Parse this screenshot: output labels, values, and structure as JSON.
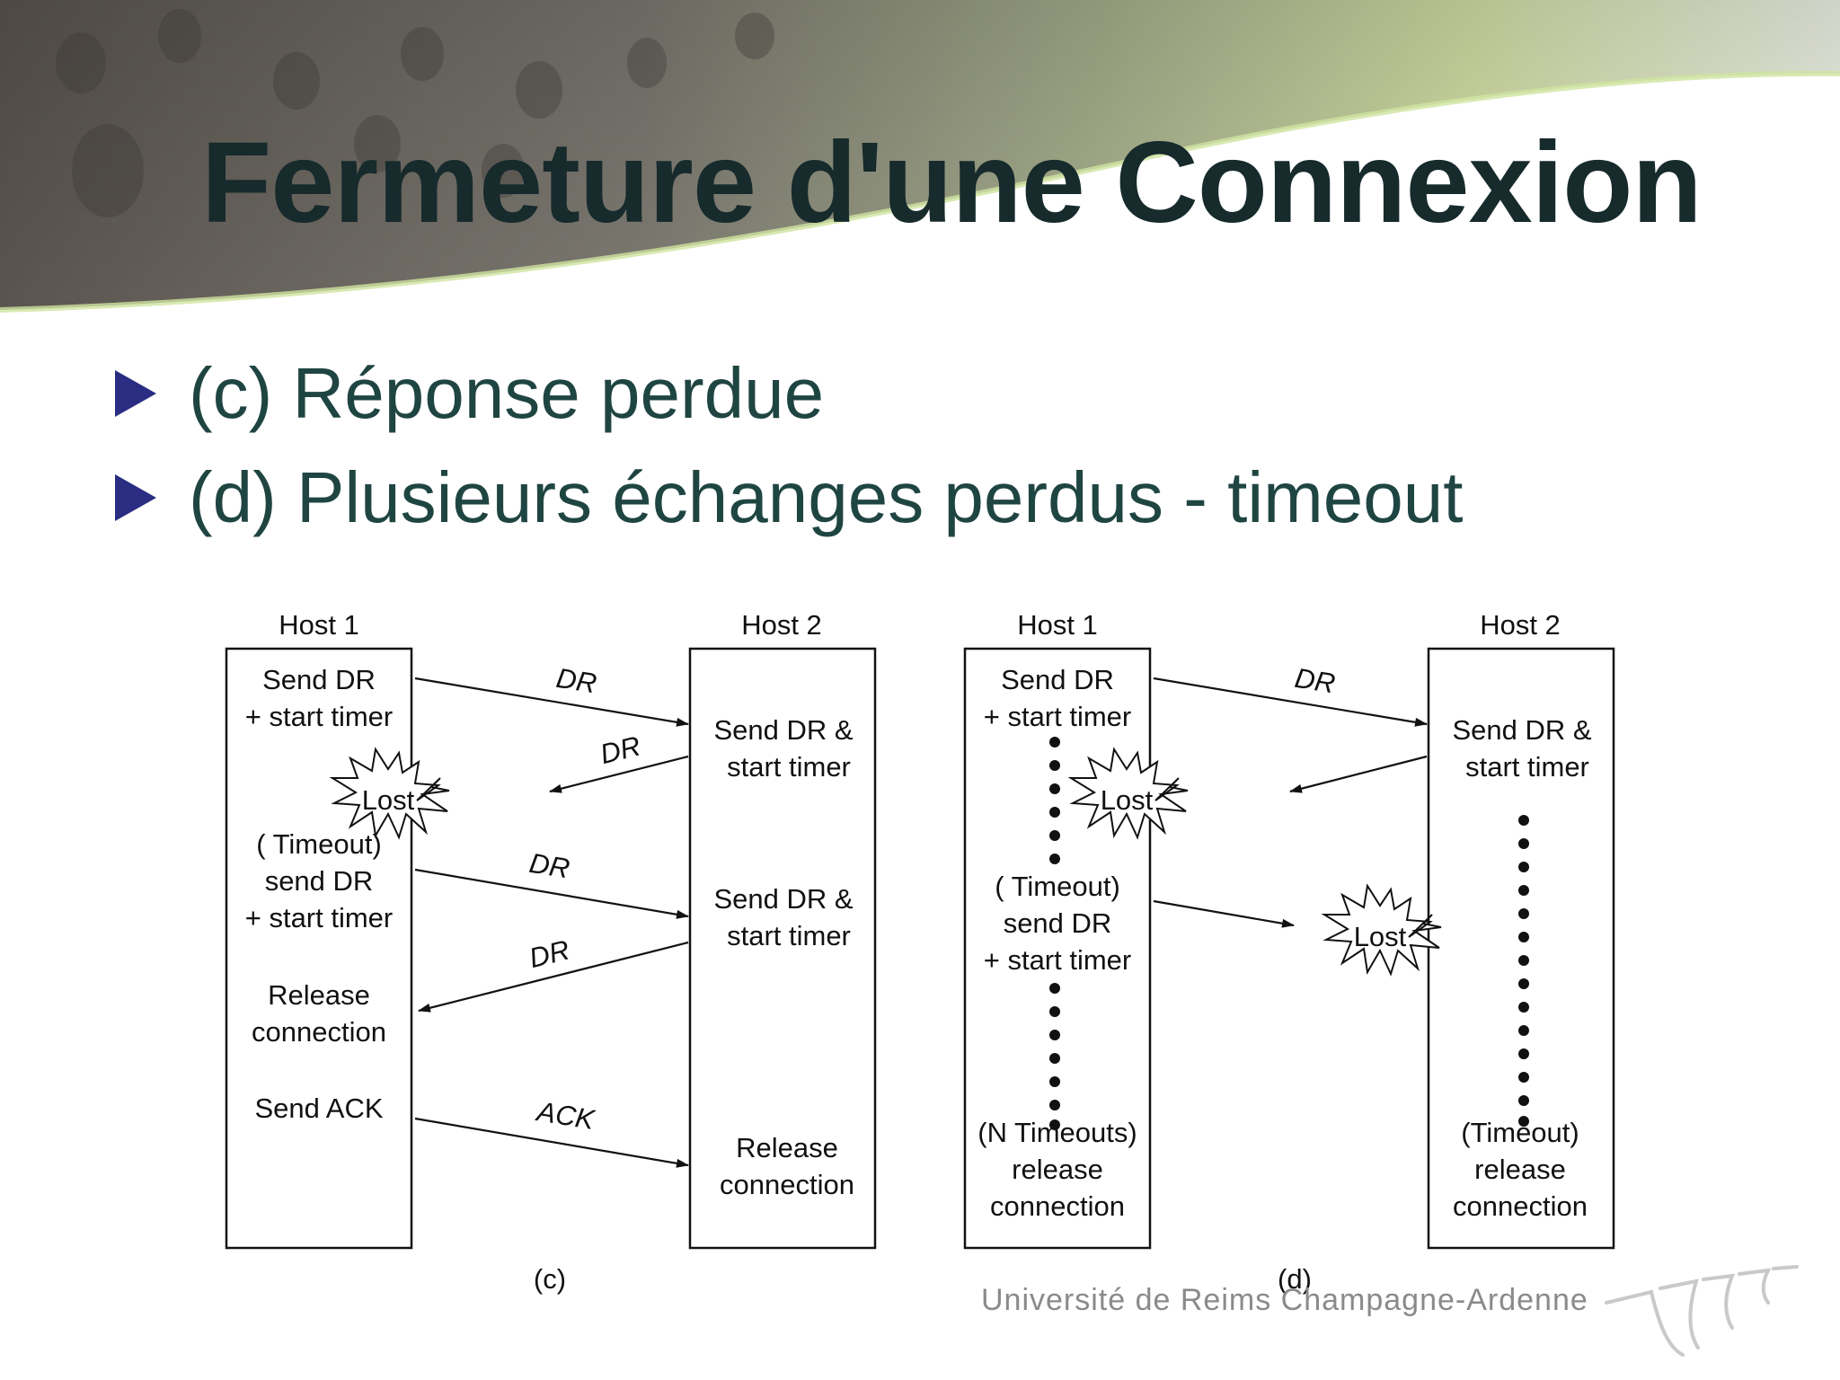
{
  "title": "Fermeture d'une Connexion",
  "bullets": [
    "(c) Réponse perdue",
    "(d) Plusieurs échanges perdus - timeout"
  ],
  "diagram_c": {
    "caption": "(c)",
    "host1": {
      "title": "Host 1",
      "send_dr": [
        "Send DR",
        "+ start timer"
      ],
      "timeout": [
        "( Timeout)",
        "send DR",
        "+ start timer"
      ],
      "release": [
        "Release",
        "connection"
      ],
      "send_ack": "Send ACK"
    },
    "host2": {
      "title": "Host 2",
      "send_dr_1": [
        "Send DR &",
        "start timer"
      ],
      "send_dr_2": [
        "Send DR &",
        "start timer"
      ],
      "release": [
        "Release",
        "connection"
      ]
    },
    "msg_dr1": "DR",
    "msg_dr2": "DR",
    "msg_dr3": "DR",
    "msg_dr4": "DR",
    "msg_ack": "ACK",
    "lost": "Lost"
  },
  "diagram_d": {
    "caption": "(d)",
    "host1": {
      "title": "Host 1",
      "send_dr": [
        "Send DR",
        "+ start timer"
      ],
      "timeout": [
        "( Timeout)",
        "send DR",
        "+ start timer"
      ],
      "release": [
        "(N Timeouts)",
        "release",
        "connection"
      ]
    },
    "host2": {
      "title": "Host 2",
      "send_dr": [
        "Send DR &",
        "start timer"
      ],
      "release": [
        "(Timeout)",
        "release",
        "connection"
      ]
    },
    "msg_dr1": "DR",
    "lost1": "Lost",
    "lost2": "Lost"
  },
  "footer": "Université de Reims Champagne-Ardenne",
  "colors": {
    "title": "#172a2c",
    "bullet_text": "#1f4542",
    "bullet_icon": "#2b2d83",
    "diagram_ink": "#111111"
  }
}
